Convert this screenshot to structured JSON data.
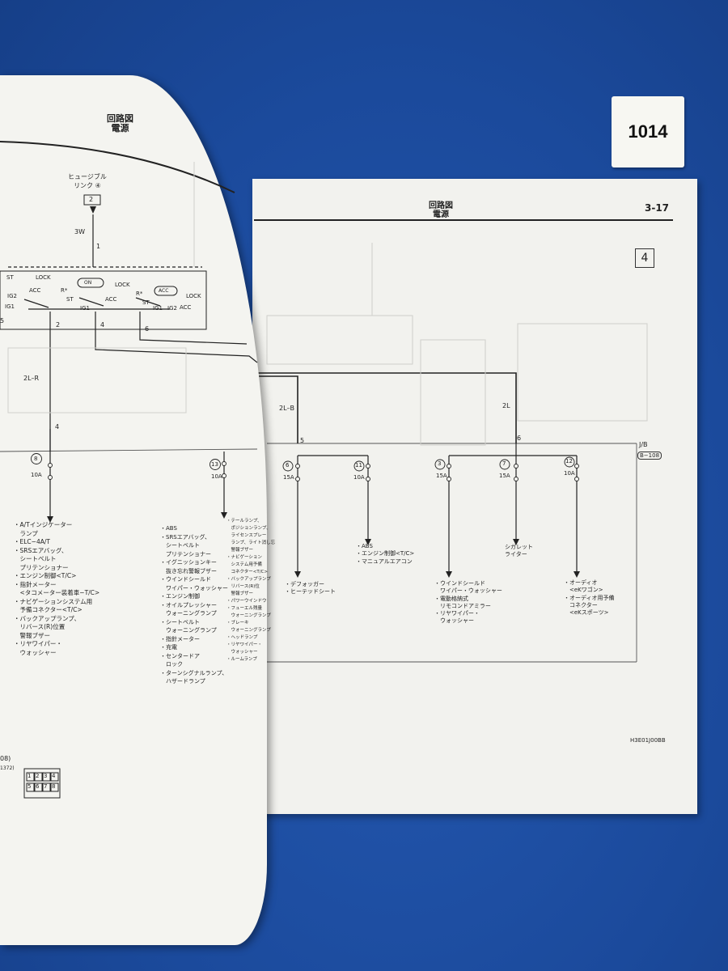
{
  "sticker": "1014",
  "left_page": {
    "header_title": "回路図",
    "header_subtitle": "電源",
    "fusible_link": "ヒュージブル\nリンク ④",
    "fusible_pin": "2",
    "wire_3w": "3W",
    "pin_1": "1",
    "switch": {
      "st": "ST",
      "lock": "LOCK",
      "acc": "ACC",
      "on": "ON",
      "ig1": "IG1",
      "ig2": "IG2",
      "r": "R*"
    },
    "pins": {
      "p5": "5",
      "p2": "2",
      "p4": "4",
      "p6": "6",
      "p4b": "4"
    },
    "wire_2lr": "2L–R",
    "fuse_8": {
      "num": "8",
      "amp": "10A"
    },
    "fuse_13": {
      "num": "13",
      "amp": "10A"
    },
    "list_a": "・A/Tインジケーター\n　ランプ\n・ELC−4A/T\n・SRSエアバッグ、\n　シートベルト\n　プリテンショナー\n・エンジン制御<T/C>\n・指針メーター\n　<タコメーター装着車−T/C>\n・ナビゲーションシステム用\n　予備コネクター<T/C>\n・バックアップランプ、\n　リバース(R)位置\n　警報ブザー\n・リヤワイパー・\n　ウォッシャー",
    "list_b": "・ABS\n・SRSエアバッグ、\n　シートベルト\n　プリテンショナー\n・イグニッションキー\n　抜き忘れ警報ブザー\n・ウインドシールド\n　ワイパー・ウォッシャー\n・エンジン制御\n・オイルプレッシャー\n　ウォーニングランプ\n・シートベルト\n　ウォーニングランプ\n・指針メーター\n・充電\n・センタードア\n　ロック\n・ターンシグナルランプ、\n　ハザードランプ",
    "list_c": "・テールランプ、\n　ポジションランプ、\n　ライセンスプレー\n　ランプ、ライト消し忘\n　警報ブザー\n・ナビゲーション\n　システム用予備\n　コネクター<T/C>\n・バックアップランプ\n　リバース(R)位\n　警報ブザー\n・パワーウインドウ\n・フューエル残量\n　ウォーニングランプ\n・ブレーキ\n　ウォーニングランプ\n・ヘッドランプ\n・リヤワイパー・\n　ウォッシャー\n・ルームランプ",
    "connector_ref": "08)",
    "connector_ref2": "1372)",
    "connector_pins": [
      "1",
      "2",
      "3",
      "4",
      "5",
      "6",
      "7",
      "8"
    ]
  },
  "right_page": {
    "header_title": "回路図",
    "header_subtitle": "電源",
    "page_number": "3-17",
    "section_box": "4",
    "wire_2lb": "2L–B",
    "wire_2l": "2L",
    "pin_5": "5",
    "pin_6": "6",
    "jb": "J/B",
    "jb_code": "B−108",
    "fuses": [
      {
        "num": "6",
        "amp": "15A"
      },
      {
        "num": "11",
        "amp": "10A"
      },
      {
        "num": "3",
        "amp": "15A"
      },
      {
        "num": "7",
        "amp": "15A"
      },
      {
        "num": "12",
        "amp": "10A"
      }
    ],
    "label_defogger": "・デフォッガー\n・ヒーテッドシート",
    "label_abs": "・ABS\n・エンジン制御<T/C>\n・マニュアルエアコン",
    "label_cigar": "シガレット\nライター",
    "label_wiper": "・ウインドシールド\n　ワイパー・ウォッシャー\n・電動格納式\n　リモコンドアミラー\n・リヤワイパー・\n　ウォッシャー",
    "label_audio": "・オーディオ\n　<eKワゴン>\n・オーディオ用予備\n　コネクター\n　<eKスポーツ>",
    "drawing_code": "H3E01J00BB"
  }
}
